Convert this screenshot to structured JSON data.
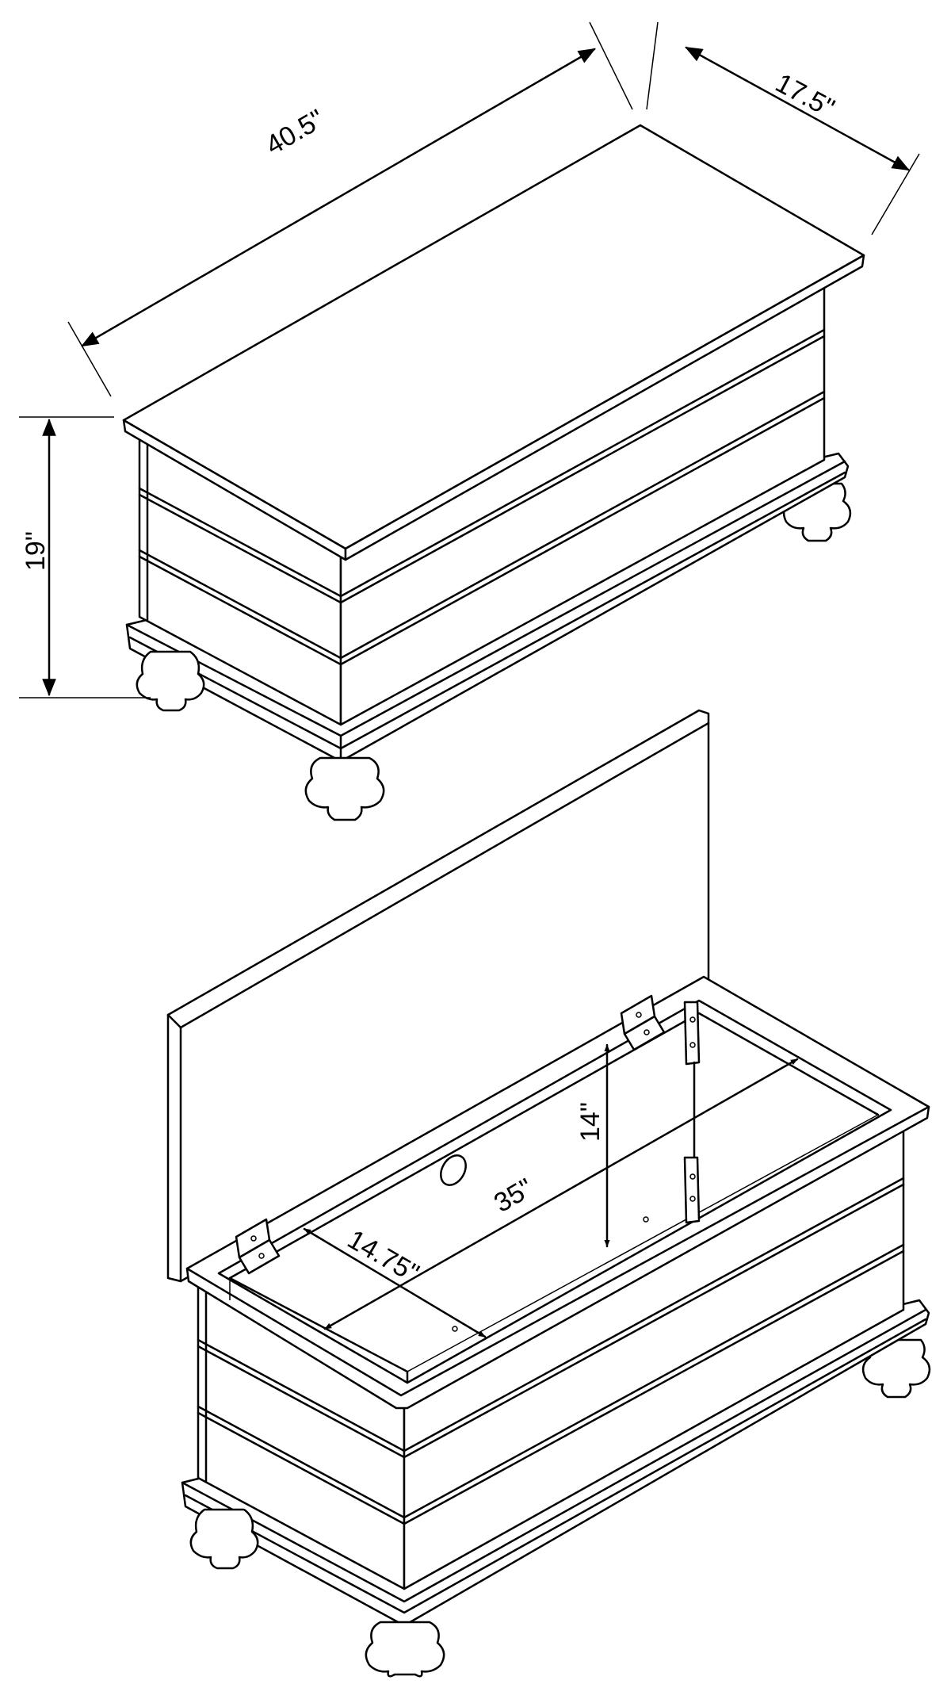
{
  "dimensions": {
    "closed": {
      "length": "40.5\"",
      "depth": "17.5\"",
      "height": "19\""
    },
    "open": {
      "interior_height": "14\"",
      "interior_length": "35\"",
      "interior_depth": "14.75\""
    }
  },
  "colors": {
    "line": "#000000",
    "background": "#ffffff"
  }
}
